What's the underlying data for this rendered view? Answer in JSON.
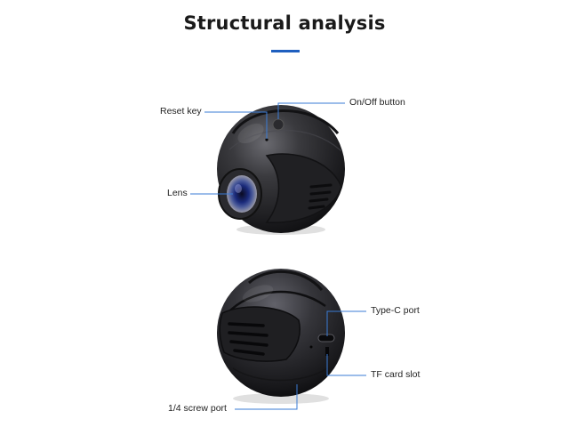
{
  "title": "Structural analysis",
  "colors": {
    "accent": "#1f5fbf",
    "leader_line": "#3a7bd5",
    "device_body": "#2b2b2e",
    "text": "#222222"
  },
  "callouts": {
    "reset_key": "Reset key",
    "on_off_button": "On/Off button",
    "lens": "Lens",
    "type_c_port": "Type-C port",
    "tf_card_slot": "TF card slot",
    "screw_port": "1/4 screw port"
  },
  "views": [
    "front-view",
    "rear-view"
  ]
}
